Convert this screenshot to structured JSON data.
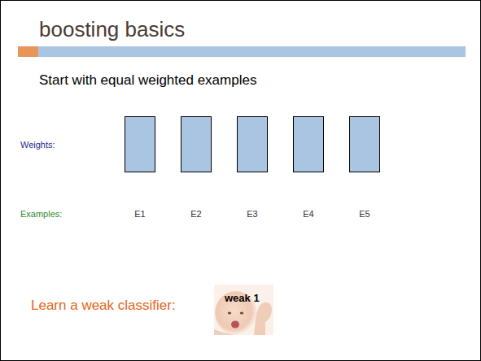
{
  "diagram": {
    "title": "boosting basics",
    "nodes": [
      {
        "text": [
          "weak 1"
        ]
      }
    ],
    "labels": [
      "Start with equal weighted examples",
      "Weights:",
      "Examples:",
      "E1",
      "E2",
      "E3",
      "E4",
      "E5",
      "Learn a weak classifier:"
    ]
  }
}
